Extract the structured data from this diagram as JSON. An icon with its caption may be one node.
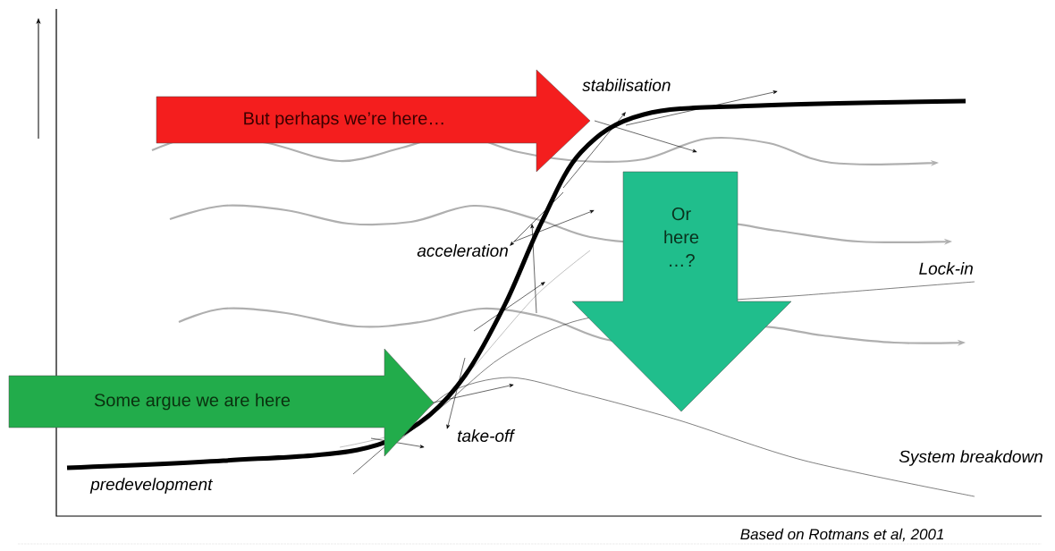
{
  "diagram": {
    "caption": "Based on Rotmans et al, 2001",
    "nodes": [
      {
        "text": [
          "But perhaps we’re here…"
        ]
      },
      {
        "text": [
          "Or here …?"
        ]
      },
      {
        "text": [
          "Some argue we are here"
        ]
      }
    ],
    "edges": [],
    "labels": [
      "stabilisation",
      "acceleration",
      "Lock-in",
      "take-off",
      "System breakdown",
      "predevelopment"
    ]
  }
}
